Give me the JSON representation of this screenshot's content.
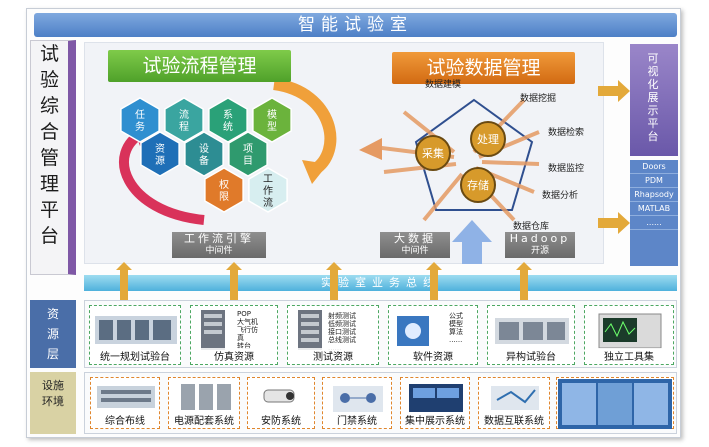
{
  "banner": "智能试验室",
  "left_title": [
    "试",
    "验",
    "综",
    "合",
    "管",
    "理",
    "平",
    "台"
  ],
  "process_title": "试验流程管理",
  "data_title": "试验数据管理",
  "hexagons": [
    {
      "label": "任务",
      "color": "#2f8fd0"
    },
    {
      "label": "流程",
      "color": "#3aa5a0"
    },
    {
      "label": "系统",
      "color": "#2aa178"
    },
    {
      "label": "模型",
      "color": "#6bb33c"
    },
    {
      "label": "资源",
      "color": "#1f6fb7"
    },
    {
      "label": "设备",
      "color": "#2d8d93"
    },
    {
      "label": "项目",
      "color": "#2f9a6e"
    },
    {
      "label": "权限",
      "color": "#e07a2a"
    },
    {
      "label": "工作流",
      "color": "#d7eef0"
    }
  ],
  "pentagon_circles": [
    "采集",
    "处理",
    "存储"
  ],
  "data_items": [
    "数据建模",
    "数据挖掘",
    "数据检索",
    "数据监控",
    "数据分析",
    "数据仓库"
  ],
  "middleware": [
    {
      "line1": "工作流引擎",
      "line2": "中间件"
    },
    {
      "line1": "大数据",
      "line2": "中间件"
    },
    {
      "line1": "Hadoop",
      "line2": "开源"
    }
  ],
  "bus": "实验室业务总线",
  "visual_platform": "可视化展示平台",
  "tools": [
    "Doors",
    "PDM",
    "Rhapsody",
    "MATLAB",
    "......"
  ],
  "resource_label": [
    "资",
    "源",
    "层"
  ],
  "facility_label": [
    "设",
    "施",
    "环",
    "境"
  ],
  "resources": [
    {
      "label": "统一规划试验台",
      "sub": []
    },
    {
      "label": "仿真资源",
      "sub": [
        "POP",
        "大气机",
        "飞行仿",
        "真",
        "转台",
        "......"
      ]
    },
    {
      "label": "测试资源",
      "sub": [
        "射频测试",
        "低频测试",
        "接口测试",
        "总线测试",
        "......"
      ]
    },
    {
      "label": "软件资源",
      "sub": [
        "公式",
        "模型",
        "算法",
        "......"
      ]
    },
    {
      "label": "异构试验台",
      "sub": []
    },
    {
      "label": "独立工具集",
      "sub": []
    }
  ],
  "facilities": [
    "综合布线",
    "电源配套系统",
    "安防系统",
    "门禁系统",
    "集中展示系统",
    "数据互联系统",
    ""
  ],
  "colors": {
    "green": "#4fa12a",
    "orange": "#d26a12",
    "purple": "#7f58a6",
    "blue": "#4a6ea8",
    "arrow_gold": "#e3a93a"
  }
}
